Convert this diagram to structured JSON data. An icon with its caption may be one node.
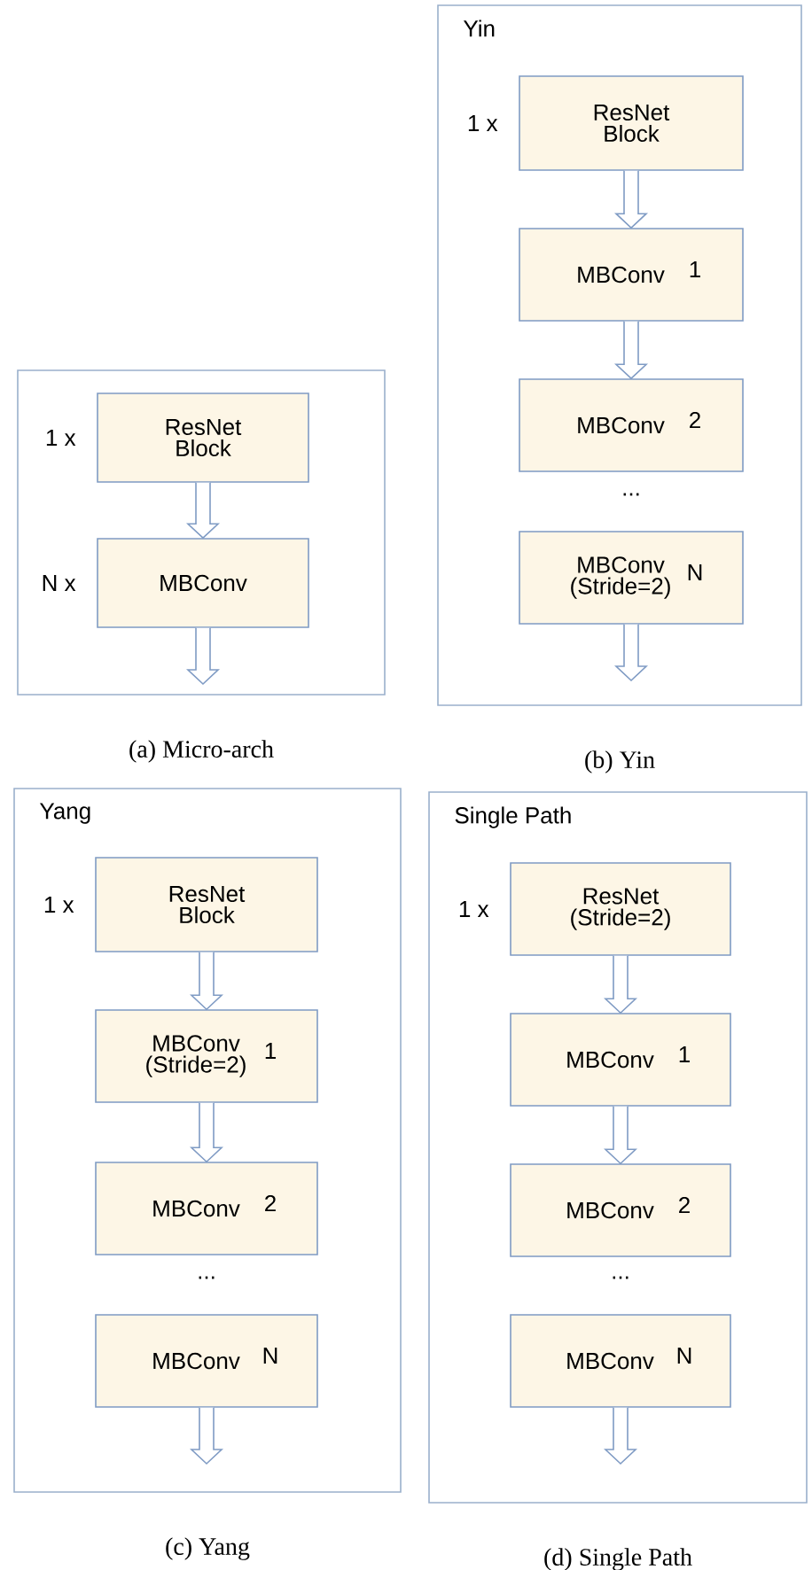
{
  "diagram": {
    "nodes": [
      {
        "text": [],
        "shape": "box",
        "beside": [
          "(a) Micro-arch"
        ]
      },
      {
        "text": [
          "ResNet Block"
        ],
        "in": 0,
        "beside": [
          "1 x"
        ]
      },
      {
        "text": [
          "MBConv"
        ],
        "in": 0,
        "beside": [
          "N x"
        ]
      },
      {
        "text": [
          "Yin"
        ],
        "beside": [
          "(b) Yin"
        ]
      },
      {
        "text": [
          "ResNet Block"
        ],
        "in": 3,
        "beside": [
          "1 x"
        ]
      },
      {
        "text": [
          "MBConv",
          "1"
        ],
        "in": 3
      },
      {
        "text": [
          "MBConv",
          "2"
        ],
        "in": 3
      },
      {
        "text": [
          "MBConv (Stride=2)",
          "N"
        ],
        "in": 3
      },
      {
        "text": [
          "Yang"
        ],
        "beside": [
          "(c) Yang"
        ]
      },
      {
        "text": [
          "ResNet Block"
        ],
        "in": 8,
        "beside": [
          "1 x"
        ]
      },
      {
        "text": [
          "MBConv (Stride=2)",
          "1"
        ],
        "in": 8
      },
      {
        "text": [
          "MBConv",
          "2"
        ],
        "in": 8
      },
      {
        "text": [
          "MBConv",
          "N"
        ],
        "in": 8
      },
      {
        "text": [
          "Single Path"
        ],
        "beside": [
          "(d) Single Path"
        ]
      },
      {
        "text": [
          "ResNet (Stride=2)"
        ],
        "in": 13,
        "beside": [
          "1 x"
        ]
      },
      {
        "text": [
          "MBConv",
          "1"
        ],
        "in": 13
      },
      {
        "text": [
          "MBConv",
          "2"
        ],
        "in": 13
      },
      {
        "text": [
          "MBConv",
          "N"
        ],
        "in": 13
      }
    ],
    "edges": [
      {
        "from": 1,
        "to": 2,
        "arrow": "to"
      },
      {
        "from": 2,
        "to": null,
        "arrow": "to"
      },
      {
        "from": 4,
        "to": 5,
        "arrow": "to"
      },
      {
        "from": 5,
        "to": 6,
        "arrow": "to"
      },
      {
        "from": 7,
        "to": null,
        "arrow": "to"
      },
      {
        "from": 9,
        "to": 10,
        "arrow": "to"
      },
      {
        "from": 10,
        "to": 11,
        "arrow": "to"
      },
      {
        "from": 12,
        "to": null,
        "arrow": "to"
      },
      {
        "from": 14,
        "to": 15,
        "arrow": "to"
      },
      {
        "from": 15,
        "to": 16,
        "arrow": "to"
      },
      {
        "from": 17,
        "to": null,
        "arrow": "to"
      }
    ],
    "labels": [
      "...",
      "...",
      "..."
    ]
  }
}
